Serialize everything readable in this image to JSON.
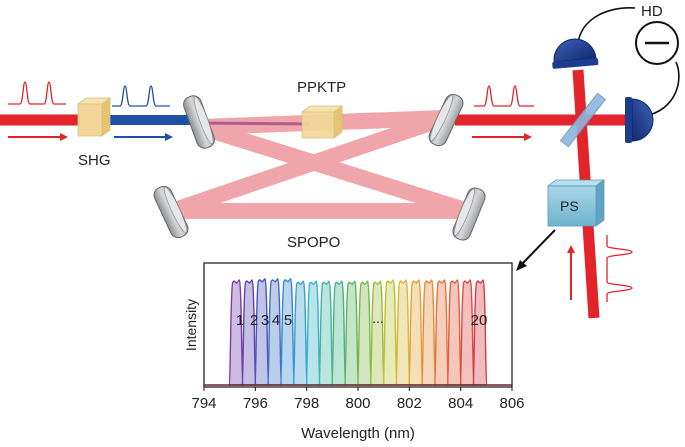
{
  "labels": {
    "shg": "SHG",
    "ppktp": "PPKTP",
    "spopo": "SPOPO",
    "hd": "HD",
    "ps": "PS"
  },
  "spectrum": {
    "ylabel": "Intensity",
    "xlabel": "Wavelength (nm)",
    "mode_first": "1",
    "mode_labels": [
      "2",
      "3",
      "4",
      "5"
    ],
    "mode_ellipsis": "...",
    "mode_last": "20",
    "x_ticks": [
      "794",
      "796",
      "798",
      "800",
      "802",
      "804",
      "806"
    ]
  },
  "chart_data": {
    "type": "area",
    "xlabel": "Wavelength (nm)",
    "ylabel": "Intensity",
    "xlim": [
      794,
      806
    ],
    "ylim": [
      0,
      1
    ],
    "x_ticks": [
      794,
      796,
      798,
      800,
      802,
      804,
      806
    ],
    "series": [
      {
        "center": 795.25,
        "height": 0.86,
        "color": "#7a3ea8"
      },
      {
        "center": 795.75,
        "height": 0.86,
        "color": "#5f45b0"
      },
      {
        "center": 796.25,
        "height": 0.87,
        "color": "#4856bd"
      },
      {
        "center": 796.75,
        "height": 0.87,
        "color": "#3f6cc6"
      },
      {
        "center": 797.25,
        "height": 0.87,
        "color": "#3a86cf"
      },
      {
        "center": 797.75,
        "height": 0.85,
        "color": "#389fd2"
      },
      {
        "center": 798.25,
        "height": 0.85,
        "color": "#3ab2c6"
      },
      {
        "center": 798.75,
        "height": 0.85,
        "color": "#40b4a6"
      },
      {
        "center": 799.25,
        "height": 0.85,
        "color": "#46b582"
      },
      {
        "center": 799.75,
        "height": 0.85,
        "color": "#5bb55d"
      },
      {
        "center": 800.25,
        "height": 0.85,
        "color": "#7ab848"
      },
      {
        "center": 800.75,
        "height": 0.85,
        "color": "#9cbb3e"
      },
      {
        "center": 801.25,
        "height": 0.86,
        "color": "#bfc039"
      },
      {
        "center": 801.75,
        "height": 0.86,
        "color": "#d8b836"
      },
      {
        "center": 802.25,
        "height": 0.86,
        "color": "#e3a236"
      },
      {
        "center": 802.75,
        "height": 0.86,
        "color": "#e68a38"
      },
      {
        "center": 803.25,
        "height": 0.86,
        "color": "#e6733c"
      },
      {
        "center": 803.75,
        "height": 0.86,
        "color": "#e25e40"
      },
      {
        "center": 804.25,
        "height": 0.86,
        "color": "#de4a44"
      },
      {
        "center": 804.75,
        "height": 0.86,
        "color": "#d43c46"
      }
    ]
  },
  "colors": {
    "red_beam": "#e2242b",
    "blue_beam": "#1d50a6",
    "cavity_beam": "#e9787e",
    "crystal": "#f3d799",
    "mirror": "#b9bbbe",
    "detector": "#1c3d8f",
    "ps_box": "#86c3dc",
    "beamsplitter": "#8fb6dd"
  },
  "icons": [
    "curved-mirror-icon",
    "crystal-icon",
    "photodiode-icon",
    "meter-icon",
    "arrow-icon",
    "pulse-icon"
  ]
}
